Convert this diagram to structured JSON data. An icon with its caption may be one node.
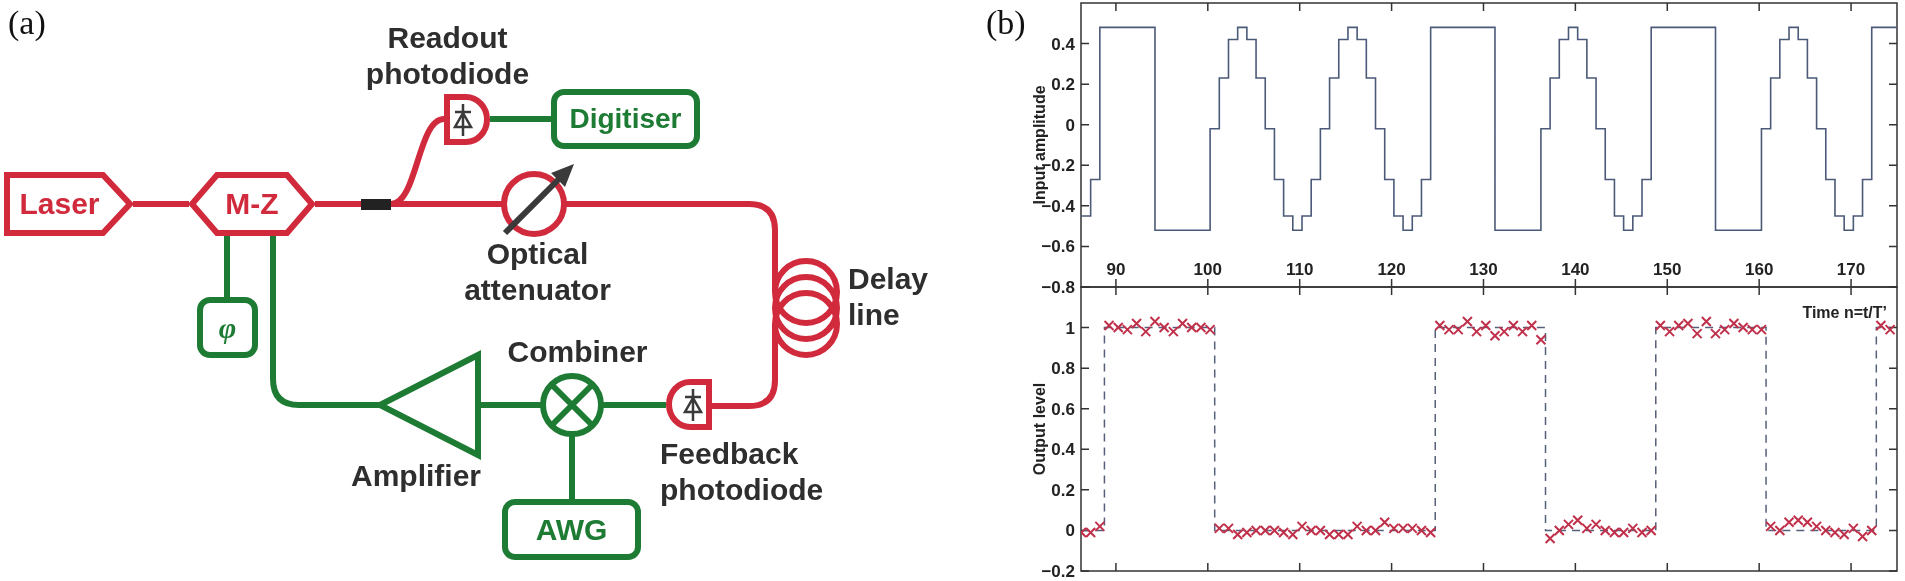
{
  "diagram": {
    "nodes": [
      {
        "text": [
          "Readout photodiode"
        ]
      },
      {
        "text": [
          "Digitiser"
        ]
      },
      {
        "text": [
          "Laser"
        ]
      },
      {
        "text": [
          "M-Z"
        ]
      },
      {
        "text": [],
        "shape": "bar"
      },
      {
        "text": [
          "Optical attenuator"
        ]
      },
      {
        "text": [
          "Delay line"
        ]
      },
      {
        "text": [
          "φ"
        ]
      },
      {
        "text": [
          "Combiner"
        ]
      },
      {
        "text": [
          "Amplifier"
        ]
      },
      {
        "text": [
          "Feedback photodiode"
        ]
      },
      {
        "text": [
          "AWG"
        ]
      }
    ],
    "edges": [
      {
        "from": 2,
        "to": 3,
        "arrow": "none",
        "color": "#d12a3c"
      },
      {
        "from": 3,
        "to": 4,
        "arrow": "none",
        "color": "#d12a3c"
      },
      {
        "from": 4,
        "to": 0,
        "arrow": "none",
        "color": "#d12a3c"
      },
      {
        "from": 4,
        "to": 5,
        "arrow": "none",
        "color": "#d12a3c"
      },
      {
        "from": 5,
        "to": 6,
        "arrow": "none",
        "color": "#d12a3c"
      },
      {
        "from": 6,
        "to": 10,
        "arrow": "none",
        "color": "#d12a3c"
      },
      {
        "from": 0,
        "to": 1,
        "arrow": "none",
        "color": "#1e7b34"
      },
      {
        "from": 3,
        "to": 7,
        "arrow": "none",
        "color": "#1e7b34"
      },
      {
        "from": 3,
        "to": 9,
        "arrow": "none",
        "color": "#1e7b34"
      },
      {
        "from": 8,
        "to": 9,
        "arrow": "none",
        "color": "#1e7b34"
      },
      {
        "from": 8,
        "to": 10,
        "arrow": "none",
        "color": "#1e7b34"
      },
      {
        "from": 8,
        "to": 11,
        "arrow": "none",
        "color": "#1e7b34"
      }
    ],
    "labels": [
      "(a)",
      "(b)"
    ],
    "chart_data": [
      {
        "type": "line",
        "ylabel": "Input amplitude",
        "x": [
          86.25,
          87.25,
          87.25,
          88.25,
          88.25,
          94.25,
          94.25,
          100.25,
          100.25,
          101.25,
          101.25,
          102.25,
          102.25,
          103.25,
          103.25,
          104.25,
          104.25,
          105.25,
          105.25,
          106.25,
          106.25,
          107.25,
          107.25,
          108.25,
          108.25,
          109.25,
          109.25,
          110.25,
          110.25,
          111.25,
          111.25,
          112.25,
          112.25,
          113.25,
          113.25,
          114.25,
          114.25,
          115.25,
          115.25,
          116.25,
          116.25,
          117.25,
          117.25,
          118.25,
          118.25,
          119.25,
          119.25,
          120.25,
          120.25,
          121.25,
          121.25,
          122.25,
          122.25,
          123.25,
          123.25,
          124.25,
          124.25,
          131.25,
          131.25,
          136.25,
          136.25,
          137.25,
          137.25,
          138.25,
          138.25,
          139.25,
          139.25,
          140.25,
          140.25,
          141.25,
          141.25,
          142.25,
          142.25,
          143.25,
          143.25,
          144.25,
          144.25,
          145.25,
          145.25,
          146.25,
          146.25,
          147.25,
          147.25,
          148.25,
          148.25,
          155.25,
          155.25,
          160.25,
          160.25,
          161.25,
          161.25,
          162.25,
          162.25,
          163.25,
          163.25,
          164.25,
          164.25,
          165.25,
          165.25,
          166.25,
          166.25,
          167.25,
          167.25,
          168.25,
          168.25,
          169.25,
          169.25,
          170.25,
          170.25,
          171.25,
          171.25,
          172.25,
          172.25,
          175
        ],
        "series": [
          {
            "color": "#4b5a78",
            "values": [
              -0.45,
              -0.45,
              -0.27,
              -0.27,
              0.48,
              0.48,
              -0.52,
              -0.52,
              -0.02,
              -0.02,
              0.23,
              0.23,
              0.42,
              0.42,
              0.48,
              0.48,
              0.42,
              0.42,
              0.23,
              0.23,
              -0.02,
              -0.02,
              -0.27,
              -0.27,
              -0.45,
              -0.45,
              -0.52,
              -0.52,
              -0.45,
              -0.45,
              -0.27,
              -0.27,
              -0.02,
              -0.02,
              0.23,
              0.23,
              0.42,
              0.42,
              0.48,
              0.48,
              0.42,
              0.42,
              0.23,
              0.23,
              -0.02,
              -0.02,
              -0.27,
              -0.27,
              -0.45,
              -0.45,
              -0.52,
              -0.52,
              -0.45,
              -0.45,
              -0.27,
              -0.27,
              0.48,
              0.48,
              -0.52,
              -0.52,
              -0.02,
              -0.02,
              0.23,
              0.23,
              0.42,
              0.42,
              0.48,
              0.48,
              0.42,
              0.42,
              0.23,
              0.23,
              -0.02,
              -0.02,
              -0.27,
              -0.27,
              -0.45,
              -0.45,
              -0.52,
              -0.52,
              -0.45,
              -0.45,
              -0.27,
              -0.27,
              0.48,
              0.48,
              -0.52,
              -0.52,
              -0.02,
              -0.02,
              0.23,
              0.23,
              0.42,
              0.42,
              0.48,
              0.48,
              0.42,
              0.42,
              0.23,
              0.23,
              -0.02,
              -0.02,
              -0.27,
              -0.27,
              -0.45,
              -0.45,
              -0.52,
              -0.52,
              -0.45,
              -0.45,
              -0.27,
              -0.27,
              0.48,
              0.48
            ]
          }
        ],
        "xlim": [
          86.2,
          175
        ],
        "ylim": [
          -0.8,
          0.6
        ],
        "xticks": [
          90,
          100,
          110,
          120,
          130,
          140,
          150,
          160,
          170
        ],
        "yticks": [
          {
            "value": -0.8,
            "label": "−0.8"
          },
          {
            "value": -0.6,
            "label": "−0.6"
          },
          {
            "value": -0.4,
            "label": "−0.4"
          },
          {
            "value": -0.2,
            "label": "−0.2"
          },
          0,
          0.2,
          0.4
        ]
      },
      {
        "type": "scatter",
        "xlabel": "Time n=t/T’",
        "ylabel": "Output level",
        "x": [
          86.25,
          87.25,
          88.25,
          88.75,
          88.75,
          89.25,
          90.25,
          91.25,
          92.25,
          93.25,
          94.25,
          95.25,
          96.25,
          97.25,
          98.25,
          99.25,
          100.25,
          100.75,
          100.75,
          101.25,
          102.25,
          103.25,
          104.25,
          105.25,
          106.25,
          107.25,
          108.25,
          109.25,
          110.25,
          111.25,
          112.25,
          113.25,
          114.25,
          115.25,
          116.25,
          117.25,
          118.25,
          119.25,
          120.25,
          121.25,
          122.25,
          123.25,
          124.25,
          124.75,
          124.75,
          125.25,
          126.25,
          127.25,
          128.25,
          129.25,
          130.25,
          131.25,
          132.25,
          133.25,
          134.25,
          135.25,
          136.25,
          136.75,
          136.75,
          137.25,
          138.25,
          139.25,
          140.25,
          141.25,
          142.25,
          143.25,
          144.25,
          145.25,
          146.25,
          147.25,
          148.25,
          148.75,
          148.75,
          149.25,
          150.25,
          151.25,
          152.25,
          153.25,
          154.25,
          155.25,
          156.25,
          157.25,
          158.25,
          159.25,
          160.25,
          160.75,
          160.75,
          161.25,
          162.25,
          163.25,
          164.25,
          165.25,
          166.25,
          167.25,
          168.25,
          169.25,
          170.25,
          171.25,
          172.25,
          172.75,
          172.75,
          173.25,
          174.25
        ],
        "series": [
          {
            "color": "#56607a",
            "type": "line",
            "line_style": "dashed",
            "values": [
              0,
              0,
              0,
              0,
              1,
              1,
              1,
              1,
              1,
              1,
              1,
              1,
              1,
              1,
              1,
              1,
              1,
              1,
              0,
              0,
              0,
              0,
              0,
              0,
              0,
              0,
              0,
              0,
              0,
              0,
              0,
              0,
              0,
              0,
              0,
              0,
              0,
              0,
              0,
              0,
              0,
              0,
              0,
              0,
              1,
              1,
              1,
              1,
              1,
              1,
              1,
              1,
              1,
              1,
              1,
              1,
              1,
              1,
              0,
              0,
              0,
              0,
              0,
              0,
              0,
              0,
              0,
              0,
              0,
              0,
              0,
              0,
              1,
              1,
              1,
              1,
              1,
              1,
              1,
              1,
              1,
              1,
              1,
              1,
              1,
              1,
              0,
              0,
              0,
              0,
              0,
              0,
              0,
              0,
              0,
              0,
              0,
              0,
              0,
              0,
              1,
              1,
              1
            ]
          },
          {
            "color": "#c0304a",
            "type": "scatter",
            "marker": "x",
            "values": [
              -0.01,
              -0.01,
              0.02,
              null,
              null,
              1.01,
              1.0,
              0.99,
              1.02,
              0.98,
              1.03,
              1.0,
              0.98,
              1.02,
              1.0,
              1.0,
              0.99,
              null,
              null,
              0.01,
              0.01,
              -0.02,
              -0.01,
              0,
              0,
              0,
              -0.01,
              -0.02,
              0.02,
              0,
              0,
              -0.02,
              -0.02,
              -0.02,
              0.02,
              0,
              0,
              0.04,
              0.01,
              0.01,
              0.01,
              0,
              -0.01,
              null,
              null,
              1.01,
              0.99,
              0.99,
              1.03,
              0.98,
              1.01,
              0.96,
              0.98,
              1.01,
              0.98,
              1.01,
              0.94,
              null,
              null,
              -0.04,
              0,
              0.03,
              0.05,
              0.01,
              0.03,
              0,
              -0.01,
              -0.01,
              0.01,
              -0.01,
              0,
              null,
              null,
              1.01,
              0.98,
              1.01,
              1.02,
              0.97,
              1.03,
              0.97,
              0.99,
              1.02,
              1.0,
              0.99,
              0.99,
              null,
              null,
              0.02,
              0,
              0.04,
              0.05,
              0.04,
              0.02,
              0,
              -0.01,
              -0.02,
              0.01,
              -0.03,
              0,
              null,
              null,
              1.01,
              0.99
            ]
          }
        ],
        "xlim": [
          86.2,
          175
        ],
        "ylim": [
          -0.2,
          1.2
        ],
        "yticks": [
          {
            "value": -0.2,
            "label": "−0.2"
          },
          0,
          0.2,
          0.4,
          0.6,
          0.8,
          1
        ]
      }
    ]
  }
}
